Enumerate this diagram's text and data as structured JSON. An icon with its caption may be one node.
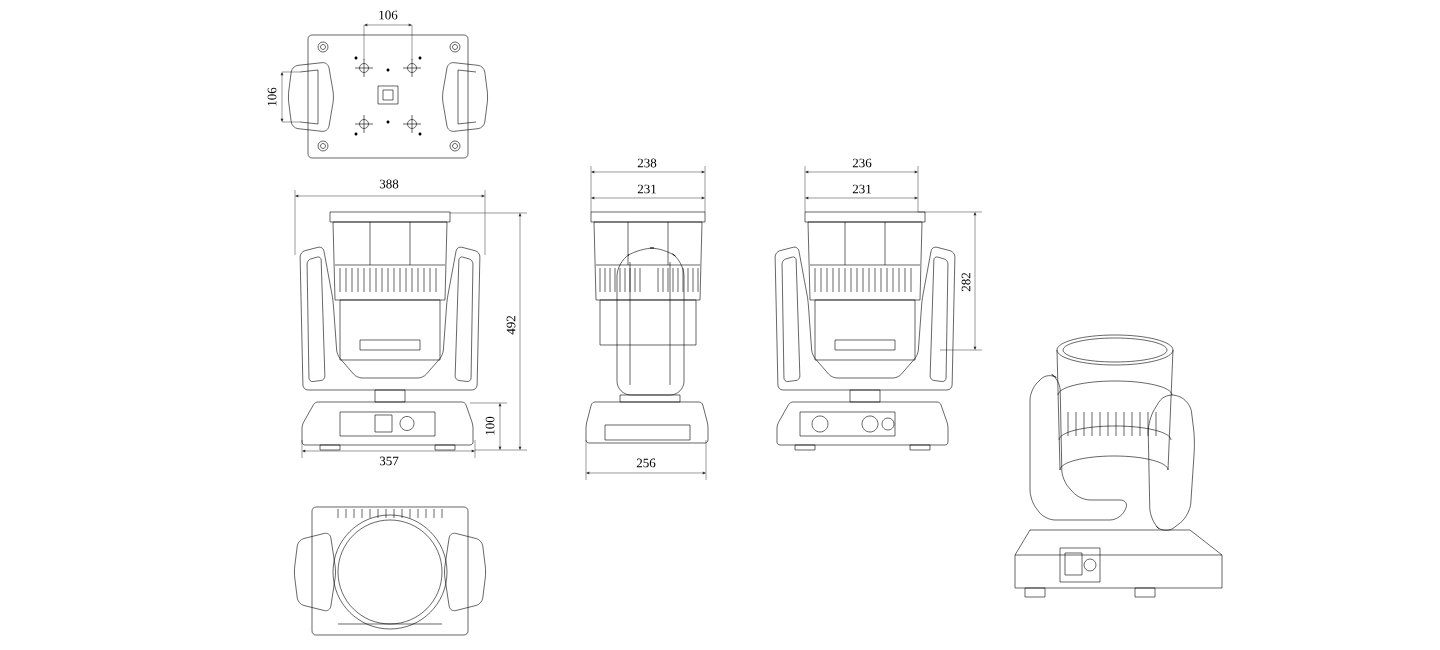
{
  "diagram": {
    "labels": [
      "106",
      "106",
      "238",
      "236",
      "231",
      "231",
      "388",
      "282",
      "492",
      "100",
      "357",
      "256"
    ]
  }
}
